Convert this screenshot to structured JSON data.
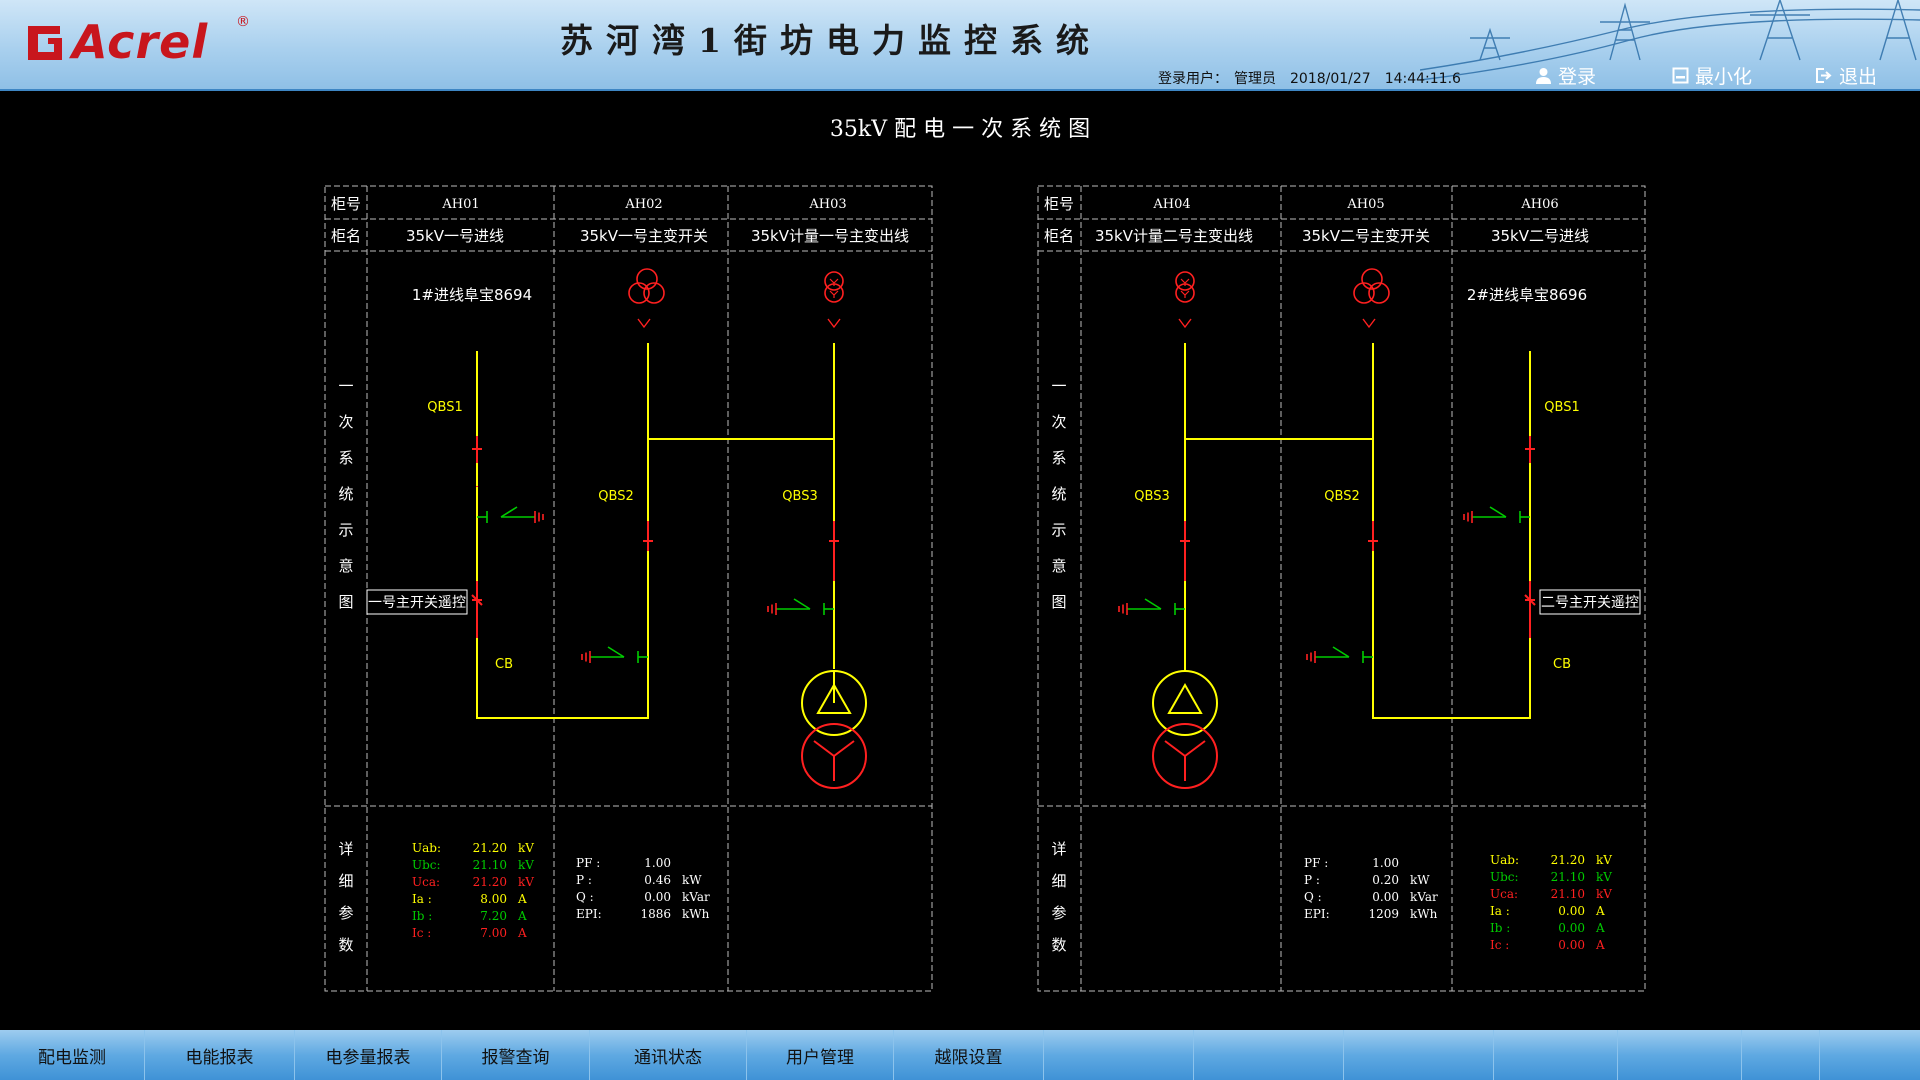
{
  "header": {
    "logo_text": "Acrel",
    "logo_reg": "®",
    "title": "苏河湾1街坊电力监控系统",
    "login_user_label": "登录用户：",
    "login_user": "管理员",
    "date": "2018/01/27",
    "time": "14:44:11.6",
    "buttons": {
      "login": "登录",
      "minimize": "最小化",
      "exit": "退出"
    }
  },
  "diagram": {
    "title": "35kV 配 电 一 次 系 统 图",
    "row_labels": {
      "cabinet_no": "柜号",
      "cabinet_name": "柜名",
      "schematic": "一次系统示意图",
      "details": "详细参数"
    },
    "left_panel": {
      "cabinets": [
        {
          "no": "AH01",
          "name": "35kV一号进线"
        },
        {
          "no": "AH02",
          "name": "35kV一号主变开关"
        },
        {
          "no": "AH03",
          "name": "35kV计量一号主变出线"
        }
      ],
      "line_label": "1#进线阜宝8694",
      "switch_labels": {
        "qbs1": "QBS1",
        "qbs2": "QBS2",
        "qbs3": "QBS3",
        "cb": "CB"
      },
      "remote_button": "一号主开关遥控",
      "params_a": [
        {
          "label": "Uab:",
          "value": "21.20",
          "unit": "kV",
          "color": "#ffff00"
        },
        {
          "label": "Ubc:",
          "value": "21.10",
          "unit": "kV",
          "color": "#00cc00"
        },
        {
          "label": "Uca:",
          "value": "21.20",
          "unit": "kV",
          "color": "#ff2020"
        },
        {
          "label": "Ia :",
          "value": "8.00",
          "unit": "A",
          "color": "#ffff00"
        },
        {
          "label": "Ib :",
          "value": "7.20",
          "unit": "A",
          "color": "#00cc00"
        },
        {
          "label": "Ic :",
          "value": "7.00",
          "unit": "A",
          "color": "#ff2020"
        }
      ],
      "params_b": [
        {
          "label": "PF :",
          "value": "1.00",
          "unit": ""
        },
        {
          "label": "P  :",
          "value": "0.46",
          "unit": "kW"
        },
        {
          "label": "Q  :",
          "value": "0.00",
          "unit": "kVar"
        },
        {
          "label": "EPI:",
          "value": "1886",
          "unit": "kWh"
        }
      ]
    },
    "right_panel": {
      "cabinets": [
        {
          "no": "AH04",
          "name": "35kV计量二号主变出线"
        },
        {
          "no": "AH05",
          "name": "35kV二号主变开关"
        },
        {
          "no": "AH06",
          "name": "35kV二号进线"
        }
      ],
      "line_label": "2#进线阜宝8696",
      "switch_labels": {
        "qbs1": "QBS1",
        "qbs2": "QBS2",
        "qbs3": "QBS3",
        "cb": "CB"
      },
      "remote_button": "二号主开关遥控",
      "params_b": [
        {
          "label": "PF :",
          "value": "1.00",
          "unit": ""
        },
        {
          "label": "P  :",
          "value": "0.20",
          "unit": "kW"
        },
        {
          "label": "Q  :",
          "value": "0.00",
          "unit": "kVar"
        },
        {
          "label": "EPI:",
          "value": "1209",
          "unit": "kWh"
        }
      ],
      "params_a": [
        {
          "label": "Uab:",
          "value": "21.20",
          "unit": "kV",
          "color": "#ffff00"
        },
        {
          "label": "Ubc:",
          "value": "21.10",
          "unit": "kV",
          "color": "#00cc00"
        },
        {
          "label": "Uca:",
          "value": "21.10",
          "unit": "kV",
          "color": "#ff2020"
        },
        {
          "label": "Ia :",
          "value": "0.00",
          "unit": "A",
          "color": "#ffff00"
        },
        {
          "label": "Ib :",
          "value": "0.00",
          "unit": "A",
          "color": "#00cc00"
        },
        {
          "label": "Ic :",
          "value": "0.00",
          "unit": "A",
          "color": "#ff2020"
        }
      ]
    }
  },
  "nav": {
    "items": [
      "配电监测",
      "电能报表",
      "电参量报表",
      "报警查询",
      "通讯状态",
      "用户管理",
      "越限设置",
      "",
      "",
      "",
      "",
      "",
      ""
    ]
  },
  "colors": {
    "bus": "#ffff00",
    "breaker": "#ff2020",
    "earth_switch": "#00cc00",
    "frame": "#bbbbbb",
    "header_accent": "#c8161d"
  }
}
